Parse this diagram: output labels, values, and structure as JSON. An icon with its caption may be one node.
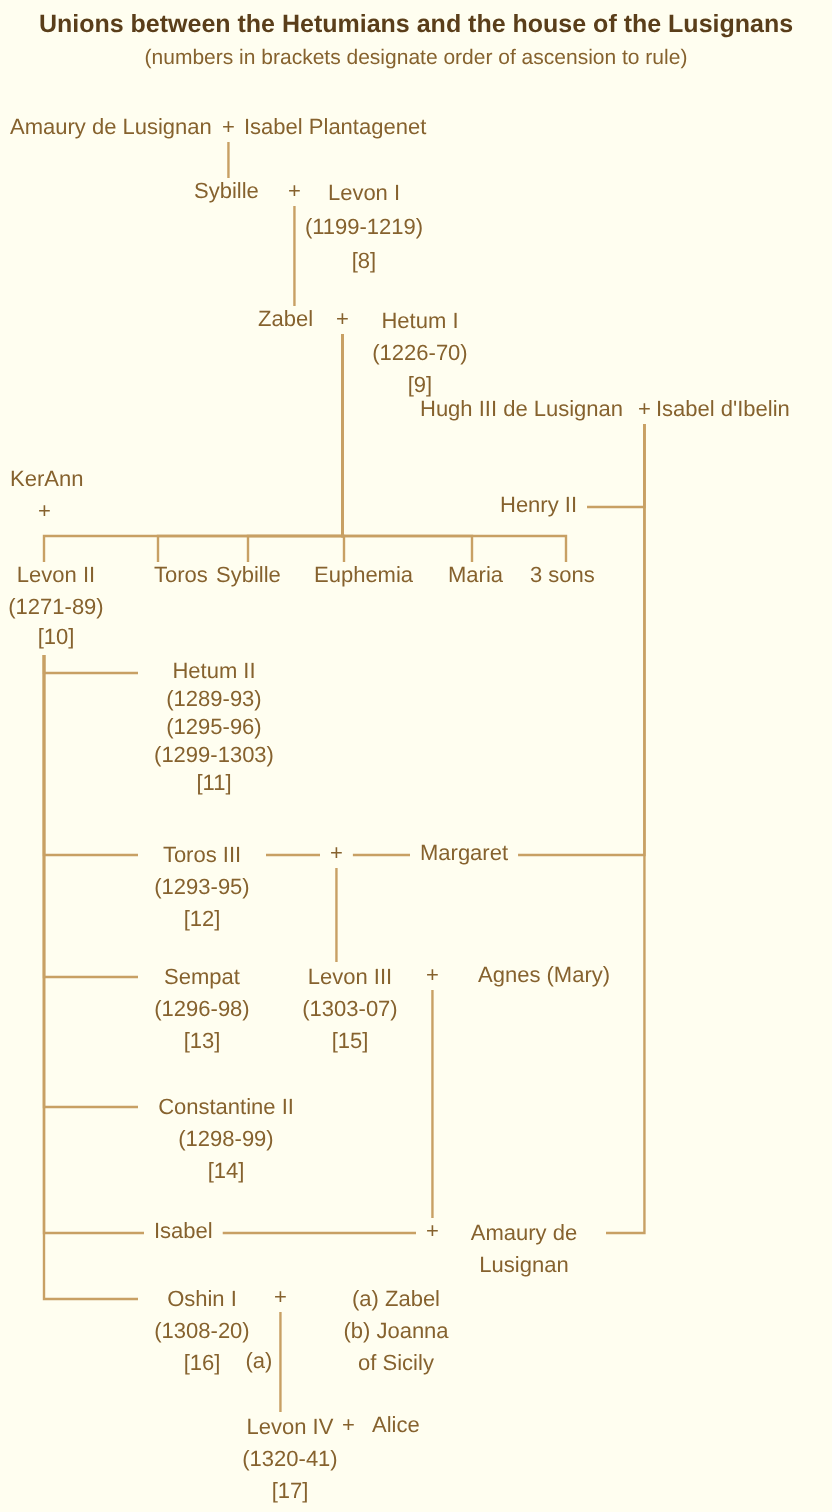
{
  "diagram": {
    "title": "Unions between the Hetumians and the house of the Lusignans",
    "nodes": [
      {
        "text": [
          "Amaury de Lusignan"
        ]
      },
      {
        "text": [
          "+"
        ]
      },
      {
        "text": [
          "Isabel Plantagenet"
        ]
      },
      {
        "text": [
          "Sybille"
        ]
      },
      {
        "text": [
          "+"
        ]
      },
      {
        "text": [
          "Levon I",
          "(1199-1219)",
          "[8]"
        ]
      },
      {
        "text": [
          "Zabel"
        ]
      },
      {
        "text": [
          "+"
        ]
      },
      {
        "text": [
          "Hetum I",
          "(1226-70)",
          "[9]"
        ]
      },
      {
        "text": [
          "Hugh III de Lusignan"
        ]
      },
      {
        "text": [
          "+"
        ]
      },
      {
        "text": [
          "Isabel d'Ibelin"
        ]
      },
      {
        "text": [
          "KerAnn"
        ]
      },
      {
        "text": [
          "Henry II"
        ]
      },
      {
        "text": [
          "Levon II",
          "(1271-89)",
          "[10]"
        ]
      },
      {
        "text": [
          "Toros"
        ]
      },
      {
        "text": [
          "Sybille"
        ]
      },
      {
        "text": [
          "Euphemia"
        ]
      },
      {
        "text": [
          "Maria"
        ]
      },
      {
        "text": [
          "3 sons"
        ]
      },
      {
        "text": [
          "Hetum II",
          "(1289-93)",
          "(1295-96)",
          "(1299-1303)",
          "[11]"
        ]
      },
      {
        "text": [
          "Toros III",
          "(1293-95)",
          "[12]"
        ]
      },
      {
        "text": [
          "+"
        ]
      },
      {
        "text": [
          "Margaret"
        ]
      },
      {
        "text": [
          "Sempat",
          "(1296-98)",
          "[13]"
        ]
      },
      {
        "text": [
          "Levon III",
          "(1303-07)",
          "[15]"
        ]
      },
      {
        "text": [
          "+"
        ]
      },
      {
        "text": [
          "Agnes (Mary)"
        ]
      },
      {
        "text": [
          "Constantine II",
          "(1298-99)",
          "[14]"
        ]
      },
      {
        "text": [
          "Isabel"
        ]
      },
      {
        "text": [
          "+"
        ]
      },
      {
        "text": [
          "Amaury de Lusignan"
        ]
      },
      {
        "text": [
          "Oshin I",
          "(1308-20)",
          "[16]"
        ]
      },
      {
        "text": [
          "+"
        ]
      },
      {
        "text": [
          "(a) Zabel",
          "(b) Joanna of Sicily"
        ]
      },
      {
        "text": [
          "Levon IV",
          "(1320-41)",
          "[17]"
        ]
      },
      {
        "text": [
          "Alice"
        ]
      }
    ],
    "edges": [
      {
        "from": 1,
        "to": 3,
        "arrow": "none"
      },
      {
        "from": 4,
        "to": 6,
        "arrow": "none"
      },
      {
        "from": 7,
        "to": 14,
        "arrow": "none"
      },
      {
        "from": 7,
        "to": 15,
        "arrow": "none"
      },
      {
        "from": 7,
        "to": 16,
        "arrow": "none"
      },
      {
        "from": 7,
        "to": 17,
        "arrow": "none"
      },
      {
        "from": 7,
        "to": 18,
        "arrow": "none"
      },
      {
        "from": 7,
        "to": 19,
        "arrow": "none"
      },
      {
        "from": 10,
        "to": 13,
        "arrow": "none"
      },
      {
        "from": 10,
        "to": 23,
        "arrow": "none"
      },
      {
        "from": 10,
        "to": 31,
        "arrow": "none"
      },
      {
        "from": 14,
        "to": 20,
        "arrow": "none"
      },
      {
        "from": 14,
        "to": 21,
        "arrow": "none"
      },
      {
        "from": 14,
        "to": 24,
        "arrow": "none"
      },
      {
        "from": 14,
        "to": 28,
        "arrow": "none"
      },
      {
        "from": 14,
        "to": 29,
        "arrow": "none"
      },
      {
        "from": 14,
        "to": 32,
        "arrow": "none"
      },
      {
        "from": 21,
        "to": 22,
        "arrow": "none"
      },
      {
        "from": 22,
        "to": 23,
        "arrow": "none"
      },
      {
        "from": 22,
        "to": 25,
        "arrow": "none"
      },
      {
        "from": 26,
        "to": 30,
        "arrow": "none"
      },
      {
        "from": 29,
        "to": 30,
        "arrow": "none"
      },
      {
        "from": 33,
        "to": 35,
        "arrow": "none",
        "label": "(a)"
      }
    ],
    "labels": [
      "(numbers in brackets designate order of ascension to rule)",
      "+",
      "+"
    ]
  }
}
